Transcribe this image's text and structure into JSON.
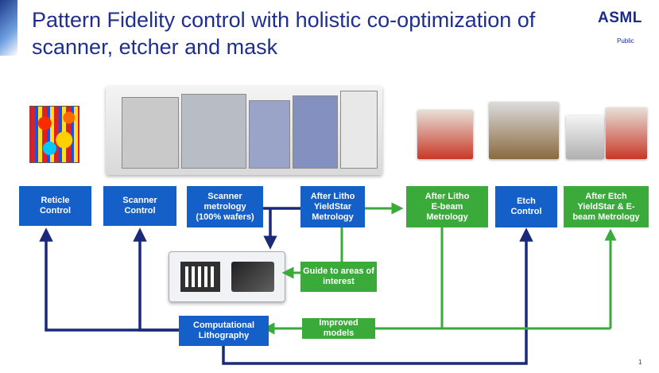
{
  "header": {
    "title_line1": "Pattern Fidelity control with holistic co-optimization of",
    "title_line2": "scanner, etcher and mask",
    "logo": "ASML",
    "classification": "Public"
  },
  "boxes": {
    "reticle_control": "Reticle\nControl",
    "scanner_control": "Scanner\nControl",
    "scanner_metrology": "Scanner\nmetrology\n(100% wafers)",
    "after_litho_yieldstar": "After Litho\nYieldStar\nMetrology",
    "after_litho_ebeam": "After Litho\nE-beam\nMetrology",
    "etch_control": "Etch\nControl",
    "after_etch": "After  Etch\nYieldStar & E-\nbeam Metrology",
    "guide": "Guide to areas of\ninterest",
    "computational_lithography": "Computational\nLithography",
    "improved_models": "Improved models"
  },
  "colors": {
    "blue": "#1560c8",
    "green": "#3aab3a",
    "navy_arrow": "#1a2a7a"
  },
  "page_number": "1"
}
